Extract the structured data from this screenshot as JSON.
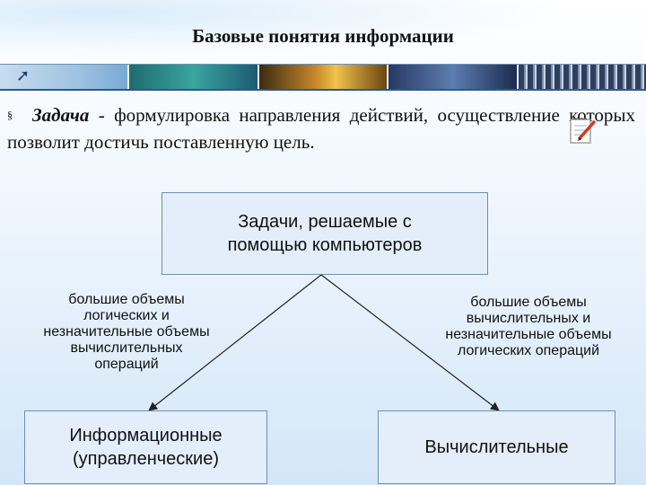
{
  "slide": {
    "title": "Базовые понятия информации",
    "paragraph": {
      "bullet": "§",
      "term": "Задача",
      "text": " - формулировка направления действий, осуществление которых позволит достичь поставленную цель."
    }
  },
  "diagram": {
    "top_box": "Задачи, решаемые с помощью компьютеров",
    "left_note": "большие объемы логических и незначительные объемы вычислительных операций",
    "right_note": "большие объемы вычислительных и незначительные объемы логических операций",
    "left_box": "Информационные (управленческие)",
    "right_box": "Вычислительные"
  },
  "colors": {
    "box_fill": "#e3eefa",
    "box_border": "#6d8fb3",
    "arrow": "#222222"
  }
}
